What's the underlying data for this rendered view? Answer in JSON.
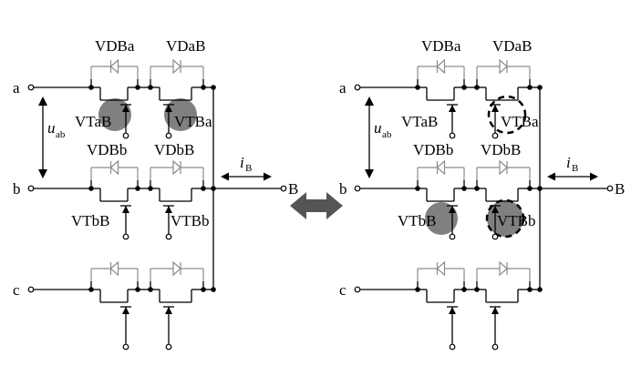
{
  "colors": {
    "wire": "#000000",
    "diode_outline": "#8c8c8c",
    "conducting_fill": "#808080",
    "arrow_fill": "#555555"
  },
  "left": {
    "nodes": {
      "a": "a",
      "b": "b",
      "c": "c",
      "B": "B"
    },
    "voltage": {
      "main": "u",
      "sub": "ab"
    },
    "current": {
      "main": "i",
      "sub": "B"
    },
    "row1": {
      "diode_left": "VDBa",
      "diode_right": "VDaB",
      "trans_left": "VTaB",
      "trans_right": "VTBa"
    },
    "row2": {
      "diode_left": "VDBb",
      "diode_right": "VDbB",
      "trans_left": "VTbB",
      "trans_right": "VTBb"
    },
    "highlight": {
      "VTaB": "conducting",
      "VTBa": "conducting"
    }
  },
  "right": {
    "nodes": {
      "a": "a",
      "b": "b",
      "c": "c",
      "B": "B"
    },
    "voltage": {
      "main": "u",
      "sub": "ab"
    },
    "current": {
      "main": "i",
      "sub": "B"
    },
    "row1": {
      "diode_left": "VDBa",
      "diode_right": "VDaB",
      "trans_left": "VTaB",
      "trans_right": "VTBa"
    },
    "row2": {
      "diode_left": "VDBb",
      "diode_right": "VDbB",
      "trans_left": "VTbB",
      "trans_right": "VTBb"
    },
    "highlight": {
      "VTBa": "turning-off",
      "VTbB": "conducting",
      "VTBb": "conducting-turning-off"
    }
  },
  "transition_icon": "double-arrow-icon"
}
